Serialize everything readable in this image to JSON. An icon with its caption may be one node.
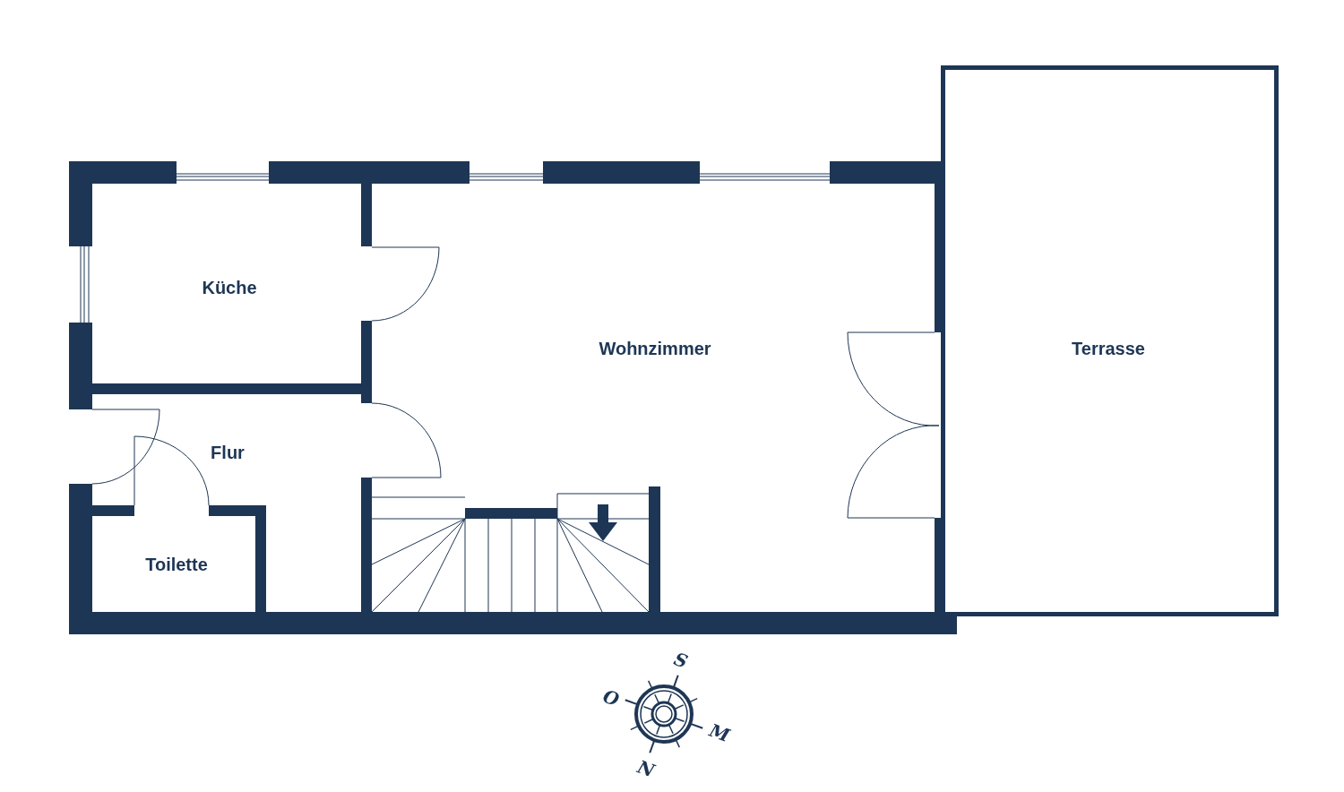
{
  "diagram": {
    "nodes": [
      {
        "text": [
          "Küche"
        ]
      },
      {
        "text": [
          "Wohnzimmer"
        ]
      },
      {
        "text": [
          "Terrasse"
        ]
      },
      {
        "text": [
          "Flur"
        ]
      },
      {
        "text": [
          "Toilette"
        ]
      }
    ],
    "labels": [
      "S",
      "O",
      "M",
      "N"
    ]
  }
}
